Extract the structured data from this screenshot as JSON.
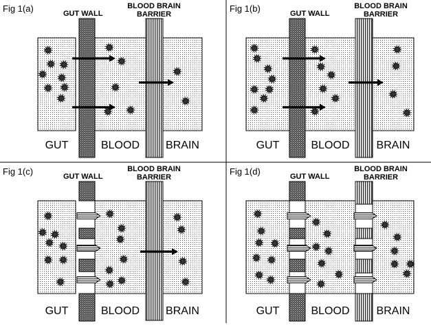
{
  "panels": [
    {
      "id": "a",
      "label": "Fig 1(a)",
      "gut_wall": "GUT WALL",
      "bbb_line1": "BLOOD BRAIN",
      "bbb_line2": "BARRIER",
      "bottom": [
        "GUT",
        "BLOOD",
        "BRAIN"
      ]
    },
    {
      "id": "b",
      "label": "Fig 1(b)",
      "gut_wall": "GUT WALL",
      "bbb_line1": "BLOOD BRAIN",
      "bbb_line2": "BARRIER",
      "bottom": [
        "GUT",
        "BLOOD",
        "BRAIN"
      ]
    },
    {
      "id": "c",
      "label": "Fig 1(c)",
      "gut_wall": "GUT WALL",
      "bbb_line1": "BLOOD BRAIN",
      "bbb_line2": "BARRIER",
      "bottom": [
        "GUT",
        "BLOOD",
        "BRAIN"
      ]
    },
    {
      "id": "d",
      "label": "Fig 1(d)",
      "gut_wall": "GUT WALL",
      "bbb_line1": "BLOOD BRAIN",
      "bbb_line2": "BARRIER",
      "bottom": [
        "GUT",
        "BLOOD",
        "BRAIN"
      ]
    }
  ]
}
